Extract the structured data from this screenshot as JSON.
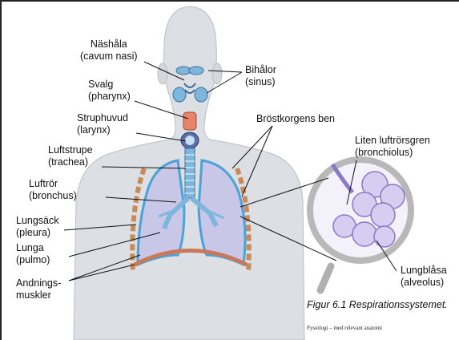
{
  "labels": {
    "nashala": [
      "Näshåla",
      "(cavum nasi)"
    ],
    "bihalor": [
      "Bihålor",
      "(sinus)"
    ],
    "svalg": [
      "Svalg",
      "(pharynx)"
    ],
    "struphuvud": [
      "Struphuvud",
      "(larynx)"
    ],
    "brostkorgens_ben": [
      "Bröstkorgens ben"
    ],
    "luftstrupe": [
      "Luftstrupe",
      "(trachea)"
    ],
    "liten_luftrorsgren": [
      "Liten luftrörsgren",
      "(bronchiolus)"
    ],
    "luftror": [
      "Luftrör",
      "(bronchus)"
    ],
    "lungsack": [
      "Lungsäck",
      "(pleura)"
    ],
    "lunga": [
      "Lunga",
      "(pulmo)"
    ],
    "andningsmuskler": [
      "Andnings-",
      "muskler"
    ],
    "lungblasa": [
      "Lungblåsa",
      "(alveolus)"
    ]
  },
  "caption": "Figur 6.1  Respirationssystemet.",
  "footer": "Fysiologi – med relevant anatomi",
  "colors": {
    "body": "#dcdfe3",
    "lung": "#c9c7e8",
    "airway": "#7fb6dc",
    "pleura": "#4aa3d8",
    "rib": "#c98a5a",
    "diaphragm": "#c9785a",
    "magnifier": "#e9e6f6"
  }
}
